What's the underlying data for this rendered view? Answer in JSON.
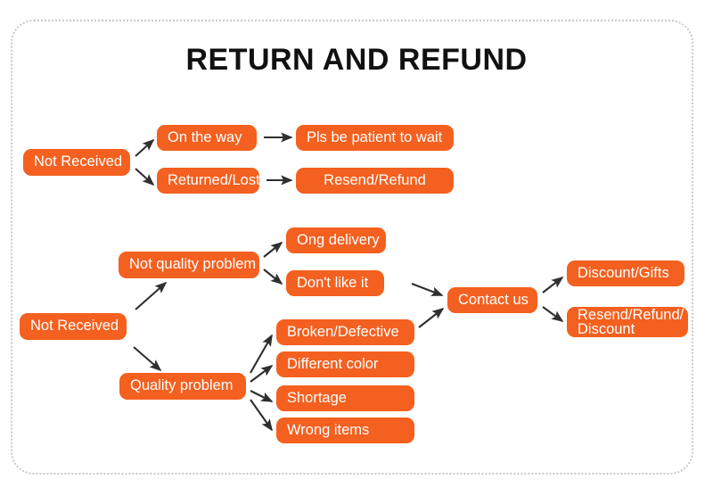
{
  "page": {
    "title": "RETURN AND REFUND",
    "accent_color": "#f4601f",
    "text_color": "#ffffff",
    "arrow_color": "#2f2f2f",
    "frame_color": "#c9c9c9",
    "background": "#ffffff"
  },
  "diagram": {
    "type": "flowchart",
    "branches": [
      {
        "name": "not-received-shipping",
        "root": "Not Received",
        "steps": [
          {
            "condition": "On the way",
            "resolution": "Pls be patient to wait"
          },
          {
            "condition": "Returned/Lost",
            "resolution": "Resend/Refund"
          }
        ]
      },
      {
        "name": "not-received-issue",
        "root": "Not Received",
        "categories": [
          {
            "label": "Not quality problem",
            "reasons": [
              "Ong delivery",
              "Don't like it"
            ]
          },
          {
            "label": "Quality problem",
            "reasons": [
              "Broken/Defective",
              "Different color",
              "Shortage",
              "Wrong items"
            ]
          }
        ],
        "action": "Contact us",
        "outcomes": [
          "Discount/Gifts",
          "Resend/Refund/\nDiscount"
        ]
      }
    ]
  },
  "nodes": {
    "not_received_top": "Not Received",
    "on_the_way": "On the way",
    "returned_lost": "Returned/Lost",
    "pls_be_patient": "Pls be patient to wait",
    "resend_refund": "Resend/Refund",
    "not_received_bottom": "Not Received",
    "not_quality_problem": "Not quality problem",
    "quality_problem": "Quality problem",
    "ong_delivery": "Ong delivery",
    "dont_like_it": "Don't like it",
    "broken_defective": "Broken/Defective",
    "different_color": "Different color",
    "shortage": "Shortage",
    "wrong_items": "Wrong items",
    "contact_us": "Contact us",
    "discount_gifts": "Discount/Gifts",
    "resend_refund_discount": "Resend/Refund/\nDiscount"
  }
}
